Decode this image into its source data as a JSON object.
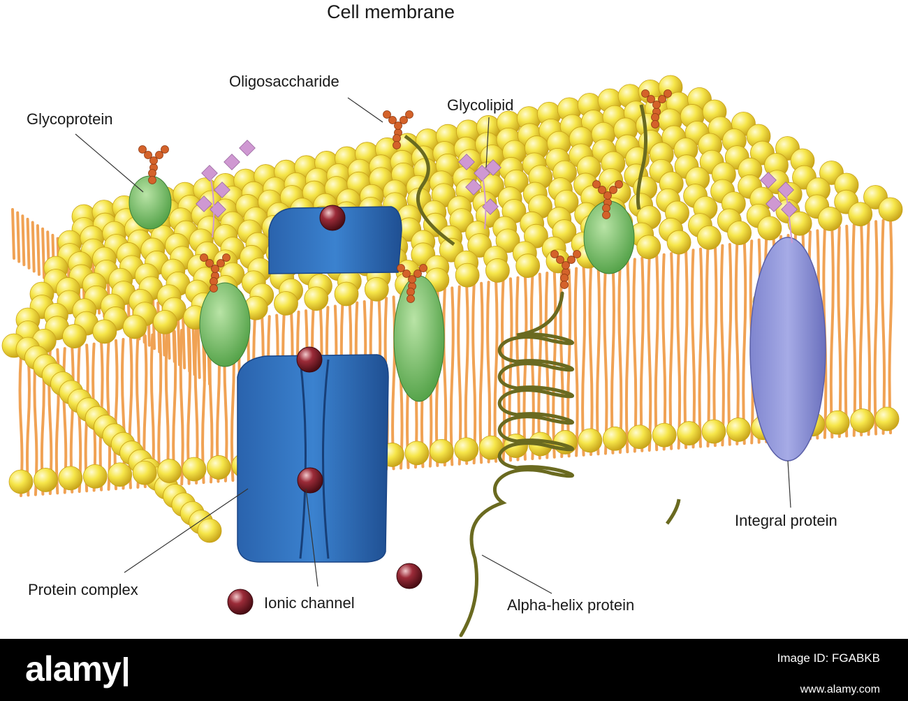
{
  "diagram": {
    "title": "Cell membrane",
    "labels": {
      "oligosaccharide": "Oligosaccharide",
      "glycolipid": "Glycolipid",
      "glycoprotein": "Glycoprotein",
      "integral_protein": "Integral protein",
      "protein_complex": "Protein complex",
      "ionic_channel": "Ionic channel",
      "alpha_helix_protein": "Alpha-helix protein"
    },
    "colors": {
      "lipid_head": "#f4e23c",
      "lipid_tail": "#f0a254",
      "channel_protein": "#2a6bb5",
      "glycoprotein": "#6fbf60",
      "integral_protein": "#8b8fd6",
      "ion": "#8a1f2b",
      "oligosaccharide": "#d4622a",
      "glycolipid_sugar": "#cf98d2",
      "helix": "#6a6a20"
    }
  },
  "footer": {
    "brand": "alamy",
    "image_id_label": "Image ID: FGABKB",
    "image_id": "FGABKB",
    "url": "www.alamy.com"
  }
}
